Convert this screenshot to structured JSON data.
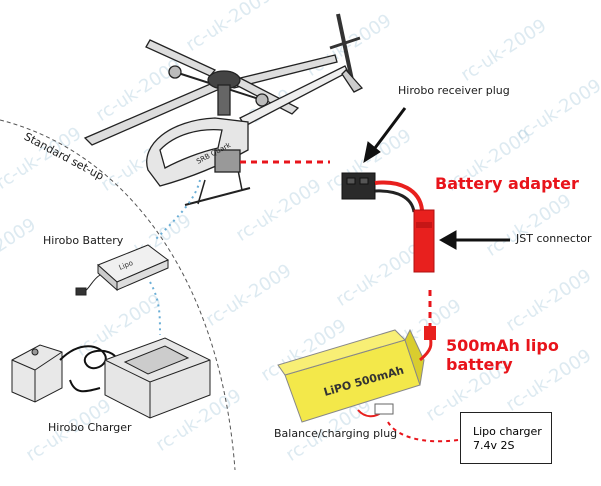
{
  "labels": {
    "standard_setup": "Standard set-up",
    "receiver_plug": "Hirobo receiver plug",
    "battery_adapter": "Battery adapter",
    "jst_connector": "JST connector",
    "hirobo_battery": "Hirobo Battery",
    "hirobo_charger": "Hirobo Charger",
    "lipo_battery_line1": "500mAh lipo",
    "lipo_battery_line2": "battery",
    "balance_plug": "Balance/charging plug",
    "lipo_charger_line1": "Lipo charger",
    "lipo_charger_line2": "7.4v 2S",
    "lipo_pack_text": "LiPO 500mAh",
    "small_battery_text": "Lipo",
    "heli_model_text": "SRB Quark"
  },
  "watermark": {
    "text": "rc-uk-2009",
    "short": "2009"
  },
  "colors": {
    "accent_red": "#e8141b",
    "dotted_blue": "#6aaed6",
    "lipo_yellow": "#f3e84a",
    "wire_red": "#e8201e"
  }
}
